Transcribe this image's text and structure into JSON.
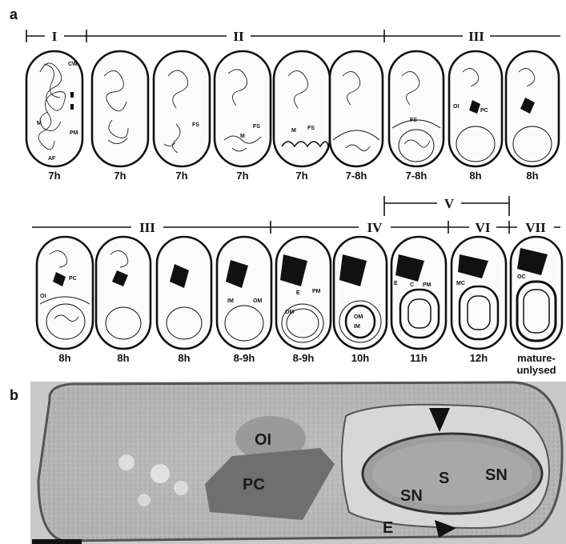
{
  "panel_a": {
    "letter": "a",
    "row1": {
      "stages": [
        "I",
        "II",
        "III"
      ],
      "times": [
        "7h",
        "7h",
        "7h",
        "7h",
        "7h",
        "7-8h",
        "7-8h",
        "8h",
        "8h"
      ],
      "cell_labels": {
        "first": [
          "CW",
          "M",
          "PM",
          "AF"
        ],
        "third": [
          "FS"
        ],
        "fourth": [
          "FS",
          "M"
        ],
        "fifth": [
          "M",
          "FS"
        ],
        "seventh": [
          "FS"
        ],
        "eighth": [
          "OI",
          "PC"
        ]
      }
    },
    "row2": {
      "stages": [
        "III",
        "IV",
        "V",
        "VI",
        "VII"
      ],
      "times": [
        "8h",
        "8h",
        "8h",
        "8-9h",
        "8-9h",
        "10h",
        "11h",
        "12h",
        "mature-",
        "unlysed"
      ],
      "cell_labels": {
        "first": [
          "PC",
          "OI"
        ],
        "fourth": [
          "IM",
          "OM"
        ],
        "fifth": [
          "E",
          "PM",
          "OM"
        ],
        "sixth": [
          "OM",
          "IM"
        ],
        "seventh": [
          "E",
          "C",
          "PM"
        ],
        "eighth": [
          "MC"
        ],
        "ninth": [
          "OC"
        ]
      }
    }
  },
  "panel_b": {
    "letter": "b",
    "labels": [
      "OI",
      "PC",
      "S",
      "SN",
      "SN",
      "E"
    ]
  }
}
